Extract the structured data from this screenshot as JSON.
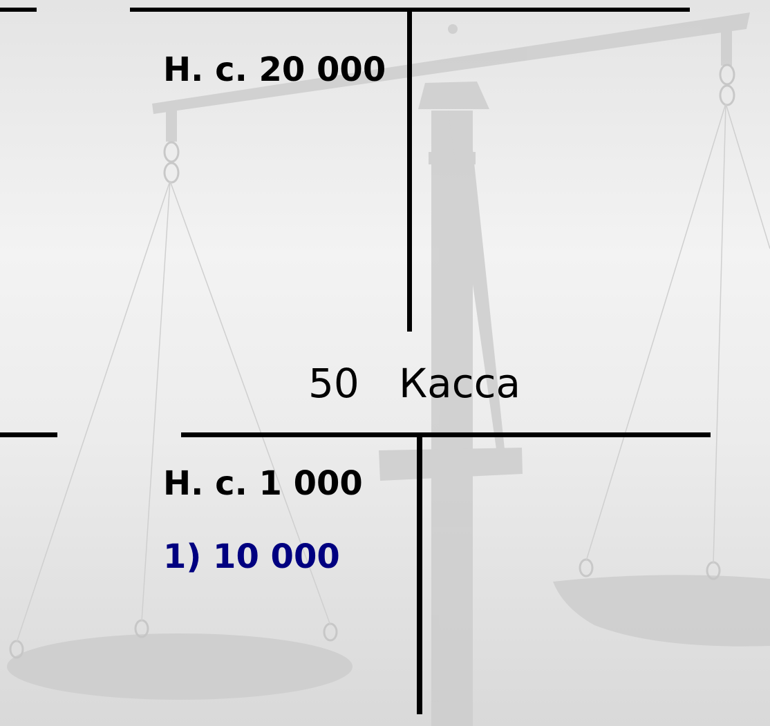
{
  "top_account": {
    "opening_balance": "Н. с. 20 000"
  },
  "cash_account": {
    "number": "50",
    "name": "Касса",
    "opening_balance": "Н. с. 1 000",
    "entry_1": "1) 10 000"
  },
  "background": {
    "icon": "scales-of-justice-icon",
    "colors": {
      "background_light": "#f3f3f3",
      "background_dark": "#d9d9d9",
      "artwork": "#c8c8c8",
      "text": "#000000",
      "entry_text": "#000080"
    }
  }
}
